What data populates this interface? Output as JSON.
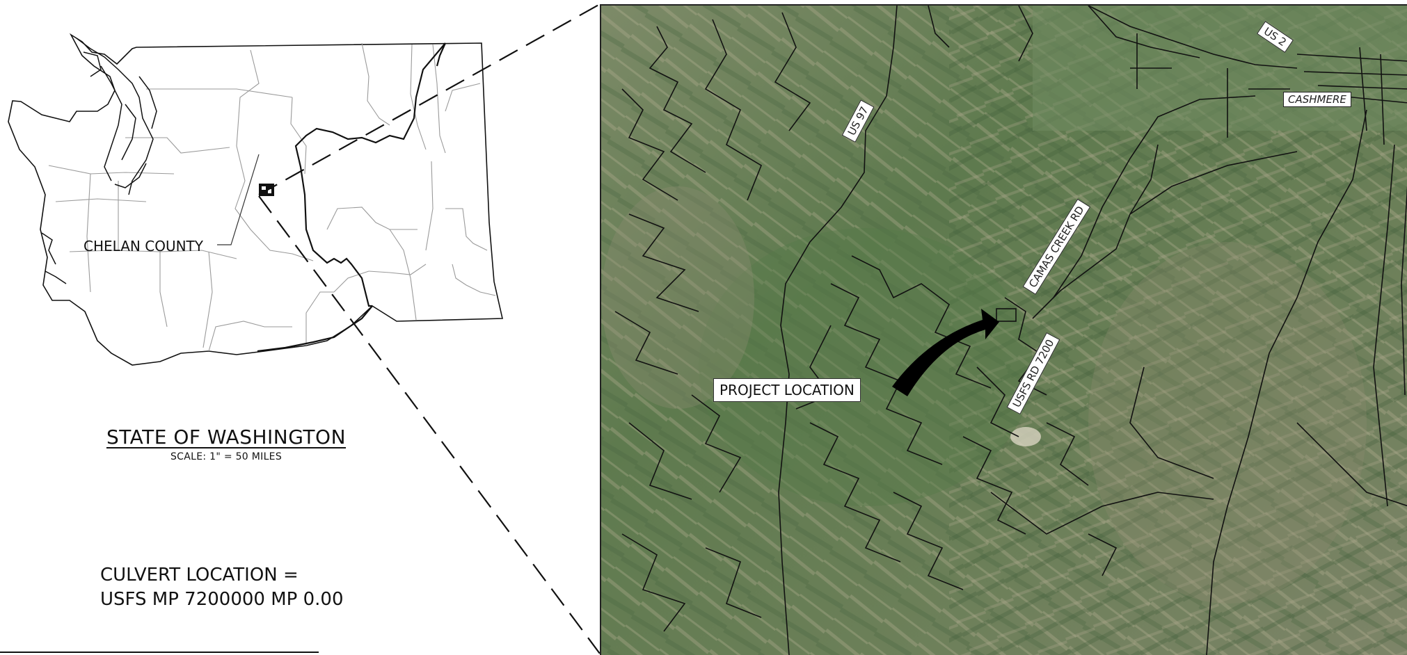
{
  "state_map": {
    "title": "STATE OF WASHINGTON",
    "scale": "SCALE: 1\" = 50 MILES",
    "county_label": "CHELAN COUNTY"
  },
  "culvert": {
    "line1": "CULVERT LOCATION =",
    "line2": "USFS MP 7200000 MP 0.00"
  },
  "aerial_map": {
    "project_label": "PROJECT LOCATION",
    "roads": {
      "us97": "US 97",
      "us2": "US 2",
      "camas": "CAMAS CREEK RD",
      "usfs": "USFS RD 7200"
    },
    "town": "CASHMERE"
  },
  "colors": {
    "terrain_green": "#5f7a52",
    "terrain_light": "#a9a58e",
    "roads": "#111111"
  }
}
